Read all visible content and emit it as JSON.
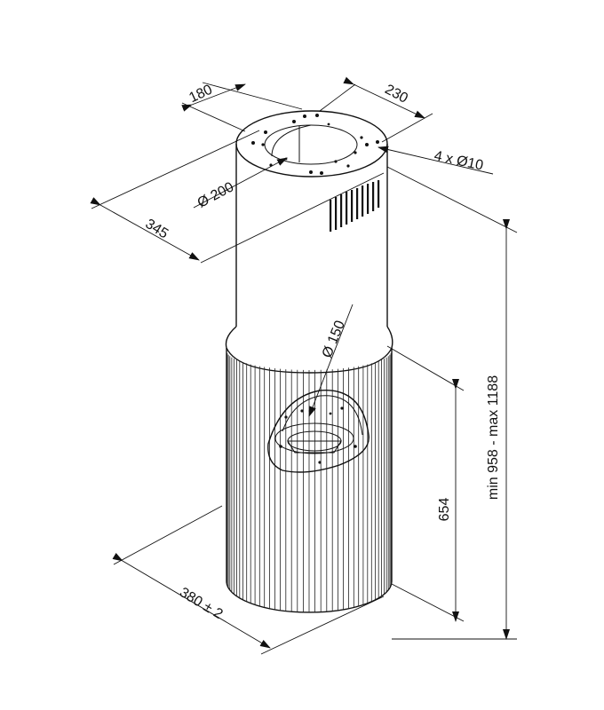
{
  "dimensions": {
    "d180": "180",
    "d230": "230",
    "holes": "4 x Ø10",
    "d200": "Ø 200",
    "d345": "345",
    "d150": "Ø 150",
    "height_range": "min 958 - max 1188",
    "d654": "654",
    "d380": "380 ± 2"
  },
  "colors": {
    "line": "#111111",
    "background": "#ffffff"
  }
}
